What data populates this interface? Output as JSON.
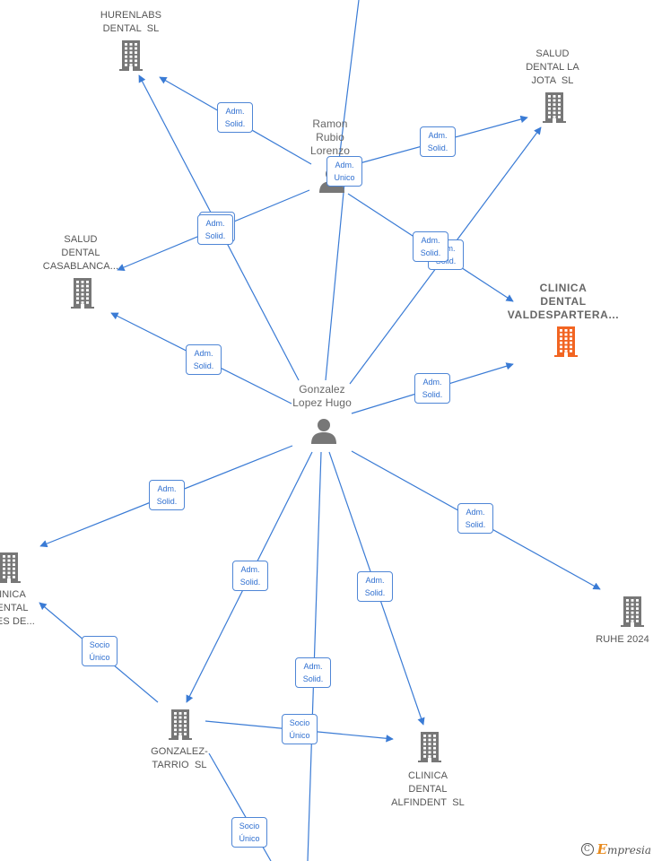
{
  "colors": {
    "edge": "#3a7bd5",
    "node_icon": "#777777",
    "highlight_icon": "#f26522",
    "badge_text": "#2f6fd0"
  },
  "nodes": [
    {
      "id": "hurenlabs",
      "type": "company",
      "label_lines": [
        "HURENLABS",
        "DENTAL  SL"
      ]
    },
    {
      "id": "salud-la-jota",
      "type": "company",
      "label_lines": [
        "SALUD",
        "DENTAL LA",
        "JOTA  SL"
      ]
    },
    {
      "id": "salud-casablanca",
      "type": "company",
      "label_lines": [
        "SALUD",
        "DENTAL",
        "CASABLANCA..."
      ]
    },
    {
      "id": "clinica-valdespartera",
      "type": "company",
      "highlight": true,
      "label_lines": [
        "CLINICA",
        "DENTAL",
        "VALDESPARTERA..."
      ]
    },
    {
      "id": "ramon",
      "type": "person",
      "label_lines": [
        "Ramon",
        "Rubio",
        "Lorenzo"
      ]
    },
    {
      "id": "gonzalez",
      "type": "person",
      "label_lines": [
        "Gonzalez",
        "Lopez Hugo"
      ]
    },
    {
      "id": "clinica-left",
      "type": "company",
      "label_lines": [
        "INICA",
        "ENTAL",
        "TES DE..."
      ]
    },
    {
      "id": "ruhe",
      "type": "company",
      "label_lines": [
        "RUHE 2024"
      ]
    },
    {
      "id": "gonzalez-tarrio",
      "type": "company",
      "label_lines": [
        "GONZALEZ-",
        "TARRIO  SL"
      ]
    },
    {
      "id": "clinica-alfindent",
      "type": "company",
      "label_lines": [
        "CLINICA",
        "DENTAL",
        "ALFINDENT  SL"
      ]
    }
  ],
  "edges": [
    {
      "id": "ramon-hurenlabs",
      "label_lines": [
        "Adm.",
        "Solid."
      ]
    },
    {
      "id": "ramon-jota",
      "label_lines": [
        "Adm.",
        "Solid."
      ]
    },
    {
      "id": "ramon-casablanca",
      "label_lines": [
        "Adm.",
        "Solid."
      ]
    },
    {
      "id": "ramon-valdespartera",
      "label_lines": [
        "Adm.",
        "Solid."
      ]
    },
    {
      "id": "ramon-up",
      "label_lines": [
        "Adm.",
        "Unico"
      ]
    },
    {
      "id": "gonzalez-hurenlabs",
      "label_lines": [
        "Adm.",
        "Solid."
      ]
    },
    {
      "id": "gonzalez-jota",
      "label_lines": [
        "Adm.",
        "Solid."
      ]
    },
    {
      "id": "gonzalez-casablanca",
      "label_lines": [
        "Adm.",
        "Solid."
      ]
    },
    {
      "id": "gonzalez-valdespartera",
      "label_lines": [
        "Adm.",
        "Solid."
      ]
    },
    {
      "id": "gonzalez-clinica-left",
      "label_lines": [
        "Adm.",
        "Solid."
      ]
    },
    {
      "id": "gonzalez-ruhe",
      "label_lines": [
        "Adm.",
        "Solid."
      ]
    },
    {
      "id": "gonzalez-tarrio",
      "label_lines": [
        "Adm.",
        "Solid."
      ]
    },
    {
      "id": "gonzalez-alfindent",
      "label_lines": [
        "Adm.",
        "Solid."
      ]
    },
    {
      "id": "gonzalez-down",
      "label_lines": [
        "Adm.",
        "Solid."
      ]
    },
    {
      "id": "tarrio-clinica-left",
      "label_lines": [
        "Socio",
        "Único"
      ]
    },
    {
      "id": "tarrio-alfindent",
      "label_lines": [
        "Socio",
        "Único"
      ]
    },
    {
      "id": "tarrio-down",
      "label_lines": [
        "Socio",
        "Único"
      ]
    }
  ],
  "watermark": {
    "copyright_symbol": "C",
    "brand_initial": "E",
    "brand_rest": "mpresia"
  }
}
